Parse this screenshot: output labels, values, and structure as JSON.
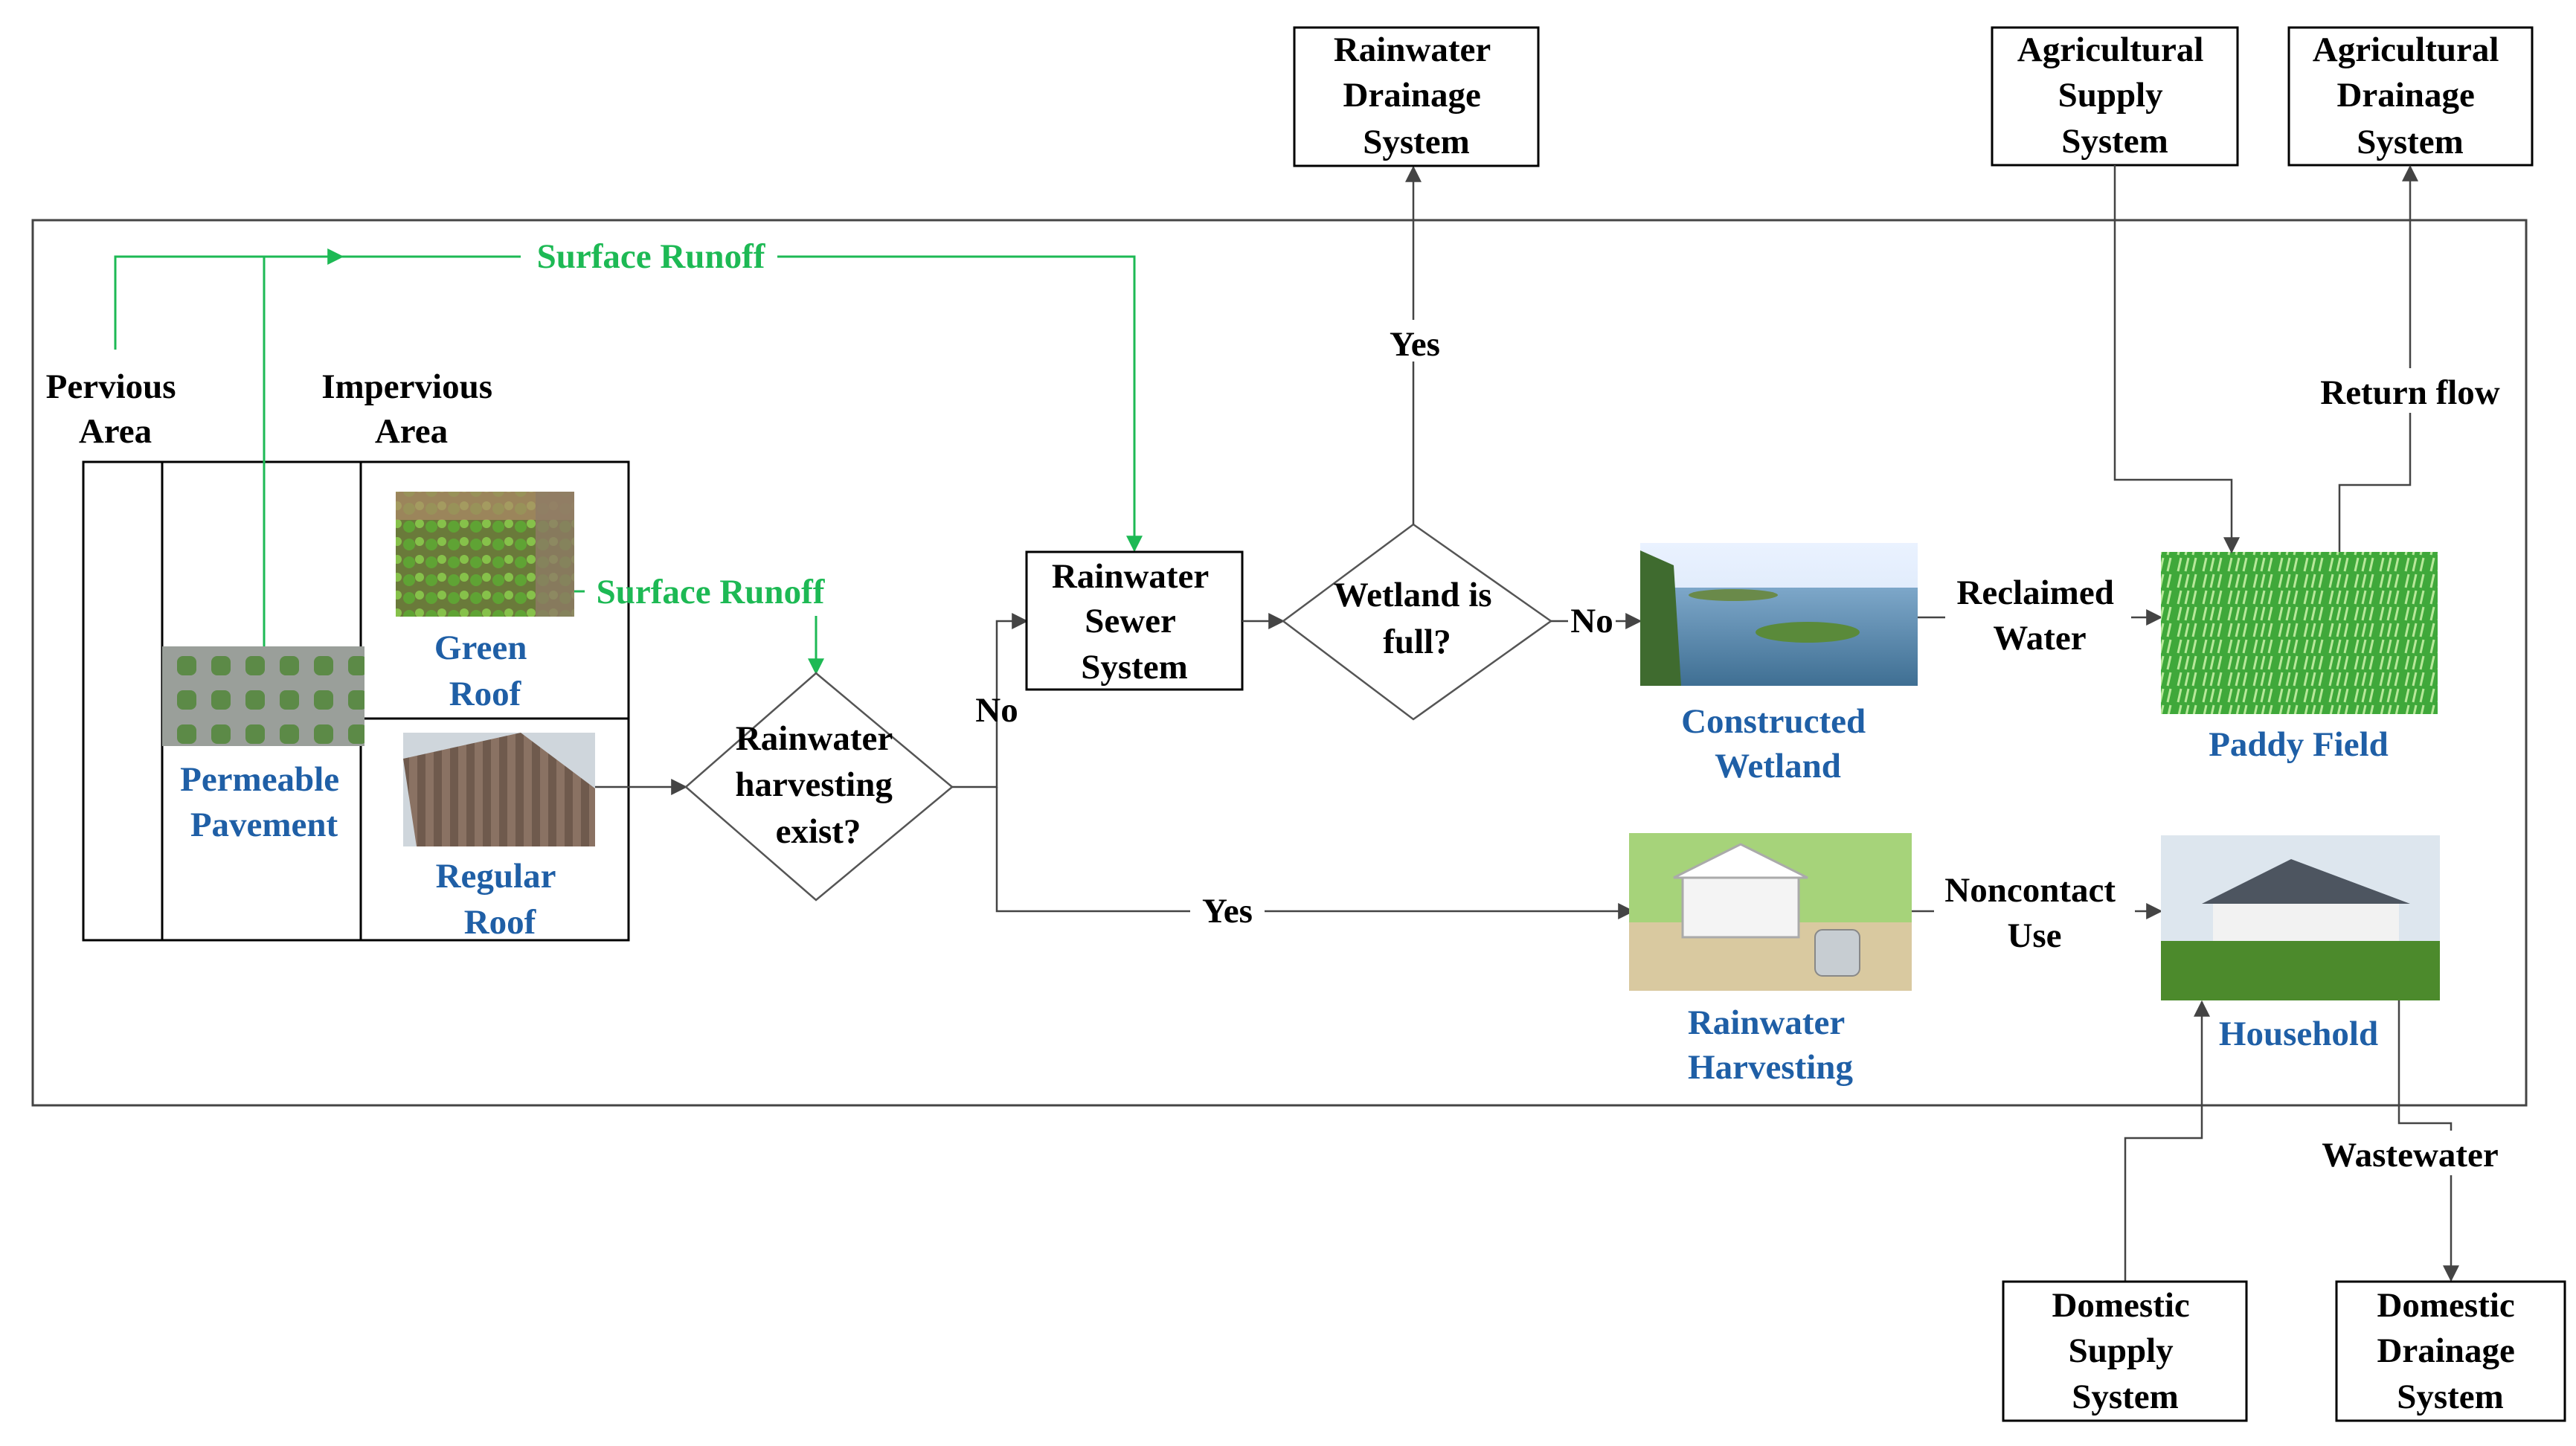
{
  "boxes": {
    "rainwater_drainage": [
      "Rainwater",
      "Drainage",
      "System"
    ],
    "agri_supply": [
      "Agricultural",
      "Supply",
      "System"
    ],
    "agri_drainage": [
      "Agricultural",
      "Drainage",
      "System"
    ],
    "rainwater_sewer": [
      "Rainwater",
      "Sewer",
      "System"
    ],
    "domestic_supply": [
      "Domestic",
      "Supply",
      "System"
    ],
    "domestic_drainage": [
      "Domestic",
      "Drainage",
      "System"
    ]
  },
  "decisions": {
    "harvesting": [
      "Rainwater",
      "harvesting",
      "exist?"
    ],
    "wetland": [
      "Wetland is",
      "full?"
    ]
  },
  "areas": {
    "pervious": [
      "Pervious",
      "Area"
    ],
    "impervious": [
      "Impervious",
      "Area"
    ]
  },
  "components": {
    "green_roof": [
      "Green",
      "Roof"
    ],
    "permeable_pavement": [
      "Permeable",
      "Pavement"
    ],
    "regular_roof": [
      "Regular",
      "Roof"
    ],
    "constructed_wetland": [
      "Constructed",
      "Wetland"
    ],
    "rainwater_harvesting": [
      "Rainwater",
      "Harvesting"
    ],
    "paddy_field": "Paddy Field",
    "household": "Household"
  },
  "labels": {
    "surface_runoff_top": "Surface Runoff",
    "surface_runoff_roof": "Surface Runoff",
    "yes_up": "Yes",
    "no_left": "No",
    "no_right": "No",
    "yes_bottom": "Yes",
    "reclaimed_water": [
      "Reclaimed",
      "Water"
    ],
    "noncontact_use": [
      "Noncontact",
      "Use"
    ],
    "return_flow": "Return flow",
    "wastewater": "Wastewater"
  },
  "colors": {
    "component_text": "#1f5fa6",
    "runoff": "#1db954",
    "line": "#444444"
  },
  "icons": {
    "green_roof": "green-roof-photo",
    "permeable_pavement": "permeable-pavement-photo",
    "regular_roof": "regular-roof-photo",
    "constructed_wetland": "wetland-photo",
    "rainwater_harvesting": "rainwater-harvesting-illustration",
    "paddy_field": "paddy-field-photo",
    "household": "household-photo"
  }
}
